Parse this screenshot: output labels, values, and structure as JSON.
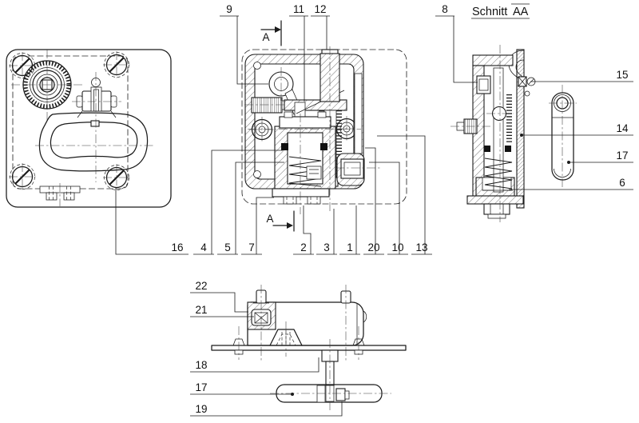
{
  "meta": {
    "ink": "#1b1b1b",
    "paper": "#ffffff",
    "drawing_type": "mechanical-assembly-section-drawing"
  },
  "section_title": {
    "word": "Schnitt",
    "plane": "AA"
  },
  "section_arrow": {
    "letter": "A"
  },
  "callouts": {
    "c9": "9",
    "c11": "11",
    "c12": "12",
    "c8": "8",
    "c15": "15",
    "c14": "14",
    "c17r": "17",
    "c6": "6",
    "c16": "16",
    "c4": "4",
    "c5": "5",
    "c7": "7",
    "c2": "2",
    "c3": "3",
    "c1": "1",
    "c20": "20",
    "c10": "10",
    "c13": "13",
    "c22": "22",
    "c21": "21",
    "c18": "18",
    "c17b": "17",
    "c19": "19"
  }
}
